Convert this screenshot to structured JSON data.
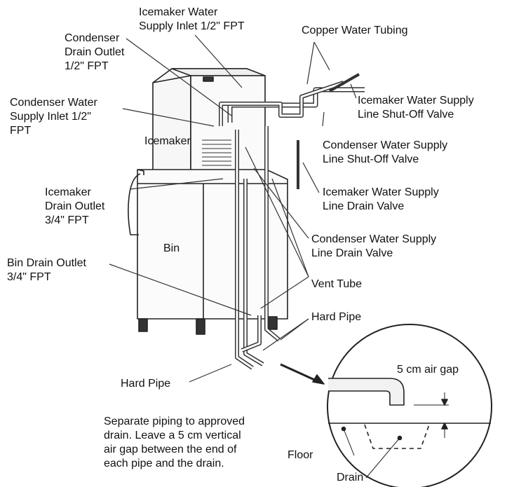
{
  "labels": {
    "icemaker_water_supply_inlet": [
      "Icemaker Water",
      "Supply Inlet 1/2\" FPT"
    ],
    "copper_water_tubing": "Copper Water Tubing",
    "condenser_drain_outlet": [
      "Condenser",
      "Drain Outlet",
      "1/2\" FPT"
    ],
    "condenser_water_supply_inlet": [
      "Condenser Water",
      "Supply Inlet 1/2\"",
      "FPT"
    ],
    "icemaker_shutoff_valve": [
      "Icemaker Water Supply",
      "Line Shut-Off Valve"
    ],
    "icemaker": "Icemaker",
    "condenser_shutoff_valve": [
      "Condenser Water Supply",
      "Line Shut-Off Valve"
    ],
    "icemaker_drain_outlet": [
      "Icemaker",
      "Drain Outlet",
      "3/4\" FPT"
    ],
    "icemaker_drain_valve": [
      "Icemaker Water Supply",
      "Line Drain Valve"
    ],
    "bin": "Bin",
    "condenser_drain_valve": [
      "Condenser Water Supply",
      "Line Drain Valve"
    ],
    "bin_drain_outlet": [
      "Bin Drain Outlet",
      "3/4\" FPT"
    ],
    "vent_tube": "Vent Tube",
    "hard_pipe_right": "Hard Pipe",
    "hard_pipe_left": "Hard Pipe",
    "air_gap": "5 cm air gap",
    "note": [
      "Separate piping to approved",
      "drain. Leave a 5 cm vertical",
      "air gap between the end of",
      "each pipe and the drain."
    ],
    "floor": "Floor",
    "drain": "Drain"
  }
}
